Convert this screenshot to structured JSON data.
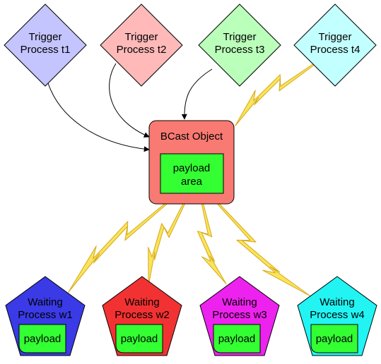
{
  "triggers": [
    {
      "line1": "Trigger",
      "line2": "Process t1",
      "color": "#c4c4ff"
    },
    {
      "line1": "Trigger",
      "line2": "Process t2",
      "color": "#ffb9b9"
    },
    {
      "line1": "Trigger",
      "line2": "Process t3",
      "color": "#baffba"
    },
    {
      "line1": "Trigger",
      "line2": "Process t4",
      "color": "#c2ffff"
    }
  ],
  "bcast": {
    "title": "BCast Object",
    "color": "#f87a72",
    "payload_line1": "payload",
    "payload_line2": "area",
    "payload_color": "#33ff33"
  },
  "waiters": [
    {
      "line1": "Waiting",
      "line2": "Process w1",
      "payload": "payload",
      "color": "#3a3ae6"
    },
    {
      "line1": "Waiting",
      "line2": "Process w2",
      "payload": "payload",
      "color": "#f23232"
    },
    {
      "line1": "Waiting",
      "line2": "Process w3",
      "payload": "payload",
      "color": "#ee22ee"
    },
    {
      "line1": "Waiting",
      "line2": "Process w4",
      "payload": "payload",
      "color": "#22f4f4"
    }
  ],
  "colors": {
    "lightning": "#f9e45a",
    "lightning_edge": "#d6a81a",
    "payload": "#33ff33"
  }
}
